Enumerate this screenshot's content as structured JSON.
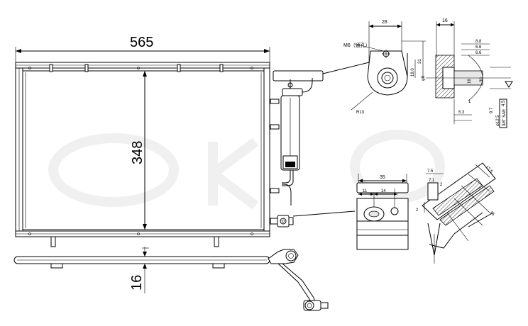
{
  "main_dimensions": {
    "width": "565",
    "height": "348",
    "thickness": "16"
  },
  "detail_top_left": {
    "dim_top": "28",
    "bolt_label": "M6（通孔）",
    "dim_side": "31",
    "dim_inner": "18.0",
    "dim_radius": "R13",
    "dim_hole": "φ8"
  },
  "detail_top_right": {
    "dim_top": "16",
    "dim_a": "8.8",
    "dim_b": "6.6",
    "dim_c": "6.6",
    "dim_d": "16",
    "dim_e": "30",
    "dim_f": "5.3",
    "dim_g": "1",
    "dim_h": "9.7",
    "dim_i": "φ12.5",
    "dim_j": "4.5",
    "note": "3/8\" SAE"
  },
  "detail_bottom_left": {
    "dim_top": "35",
    "dim_a": "11",
    "dim_b": "14"
  },
  "detail_bottom_right": {
    "dim_a": "7.5",
    "dim_b": "12.5",
    "dim_c": "2",
    "dim_d": "7.1",
    "dim_e": "2",
    "dim_f": "15"
  }
}
